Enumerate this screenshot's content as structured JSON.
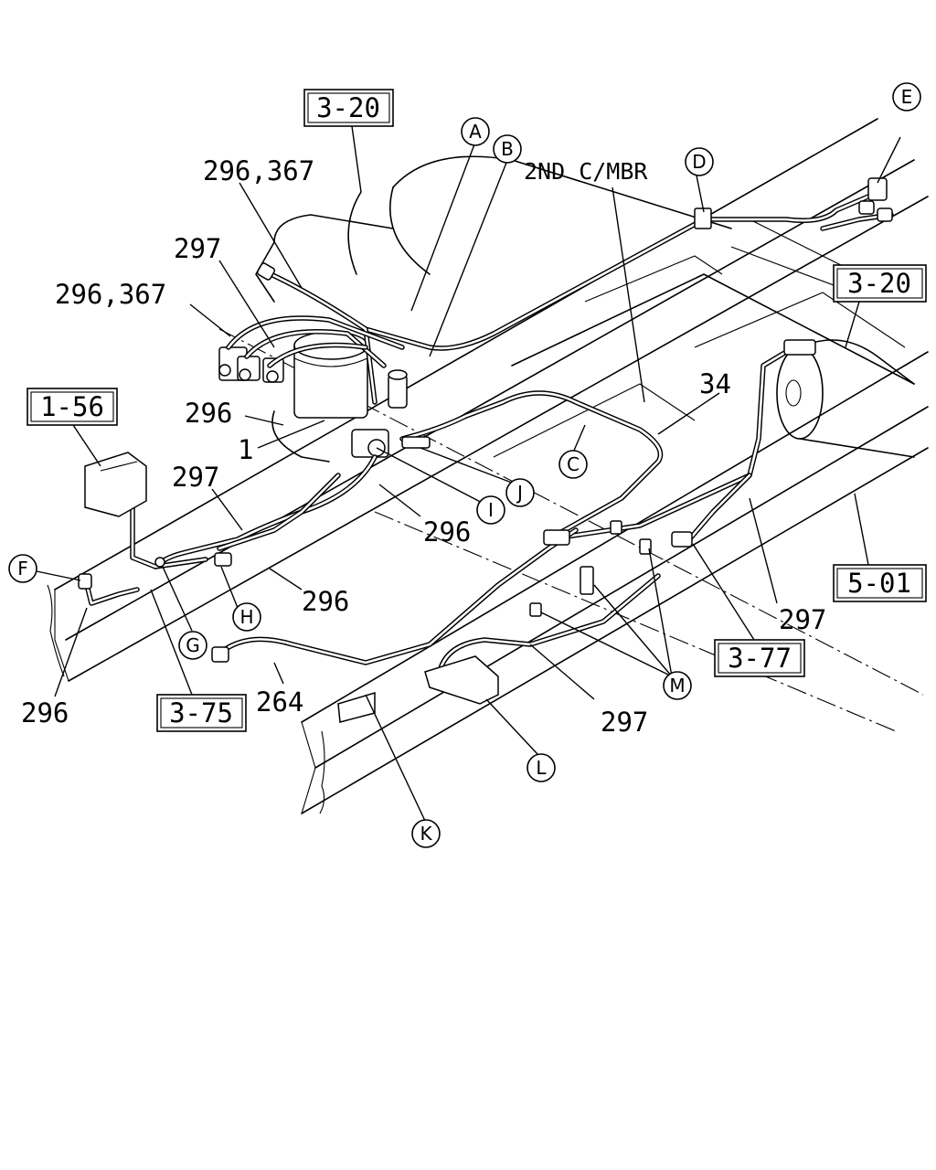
{
  "part_labels": {
    "p296_367_top": "296,367",
    "p297_top": "297",
    "p296_367_left": "296,367",
    "p296_left": "296",
    "p1": "1",
    "p297_mid": "297",
    "p296_centre": "296",
    "p296_lower": "296",
    "p296_bottom_left": "296",
    "p264": "264",
    "p34": "34",
    "p297_right": "297",
    "p297_bottom": "297",
    "member_label": "2ND C/MBR"
  },
  "ref_boxes": {
    "r3_20_top": "3-20",
    "r3_20_right": "3-20",
    "r1_56": "1-56",
    "r5_01": "5-01",
    "r3_77": "3-77",
    "r3_75": "3-75"
  },
  "callouts": {
    "A": "A",
    "B": "B",
    "C": "C",
    "D": "D",
    "E": "E",
    "F": "F",
    "G": "G",
    "H": "H",
    "I": "I",
    "J": "J",
    "K": "K",
    "L": "L",
    "M": "M"
  }
}
